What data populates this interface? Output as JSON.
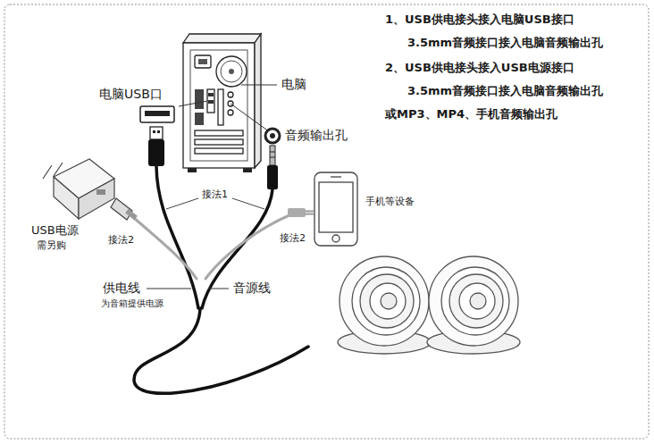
{
  "diagram": {
    "labels": [
      "1、USB供电接头接入电脑USB接口",
      "3.5mm音频接口接入电脑音频输出孔",
      "2、USB供电接头接入USB电源接口",
      "3.5mm音频接口接入电脑音频输出孔",
      "或MP3、MP4、手机音频输出孔",
      "电脑USB口",
      "电脑",
      "音频输出孔",
      "接法1",
      "手机等设备",
      "USB电源",
      "需另购",
      "接法2",
      "接法2",
      "供电线",
      "为音箱提供电源",
      "音源线"
    ]
  }
}
